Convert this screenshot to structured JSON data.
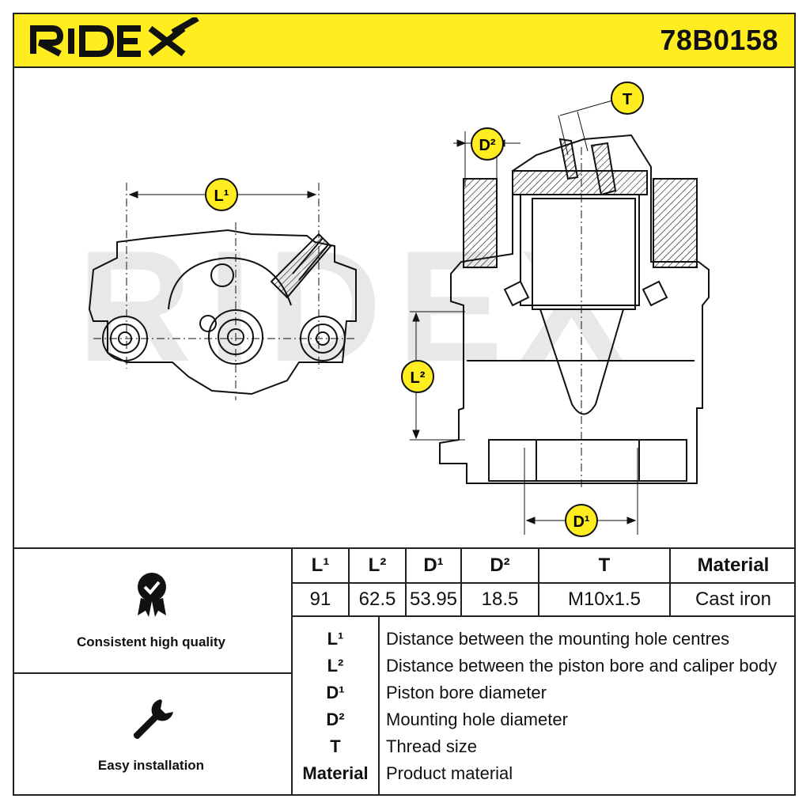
{
  "brand": {
    "name": "RIDEX"
  },
  "part_number": "78B0158",
  "dimension_callouts": {
    "l1": "L¹",
    "l2": "L²",
    "d1": "D¹",
    "d2": "D²",
    "t": "T"
  },
  "spec_table": {
    "headers": [
      "L¹",
      "L²",
      "D¹",
      "D²",
      "T",
      "Material"
    ],
    "values": [
      "91",
      "62.5",
      "53.95",
      "18.5",
      "M10x1.5",
      "Cast iron"
    ]
  },
  "features": [
    {
      "label": "Consistent high quality",
      "icon": "quality-badge-icon"
    },
    {
      "label": "Easy installation",
      "icon": "wrench-icon"
    }
  ],
  "legend": [
    {
      "key": "L¹",
      "text": "Distance between the mounting hole centres"
    },
    {
      "key": "L²",
      "text": "Distance between the piston bore and caliper body"
    },
    {
      "key": "D¹",
      "text": "Piston bore diameter"
    },
    {
      "key": "D²",
      "text": "Mounting hole diameter"
    },
    {
      "key": "T",
      "text": "Thread size"
    },
    {
      "key": "Material",
      "text": "Product material"
    }
  ],
  "colors": {
    "accent": "#ffed1f",
    "ink": "#111111",
    "watermark": "#e6e6e6"
  }
}
